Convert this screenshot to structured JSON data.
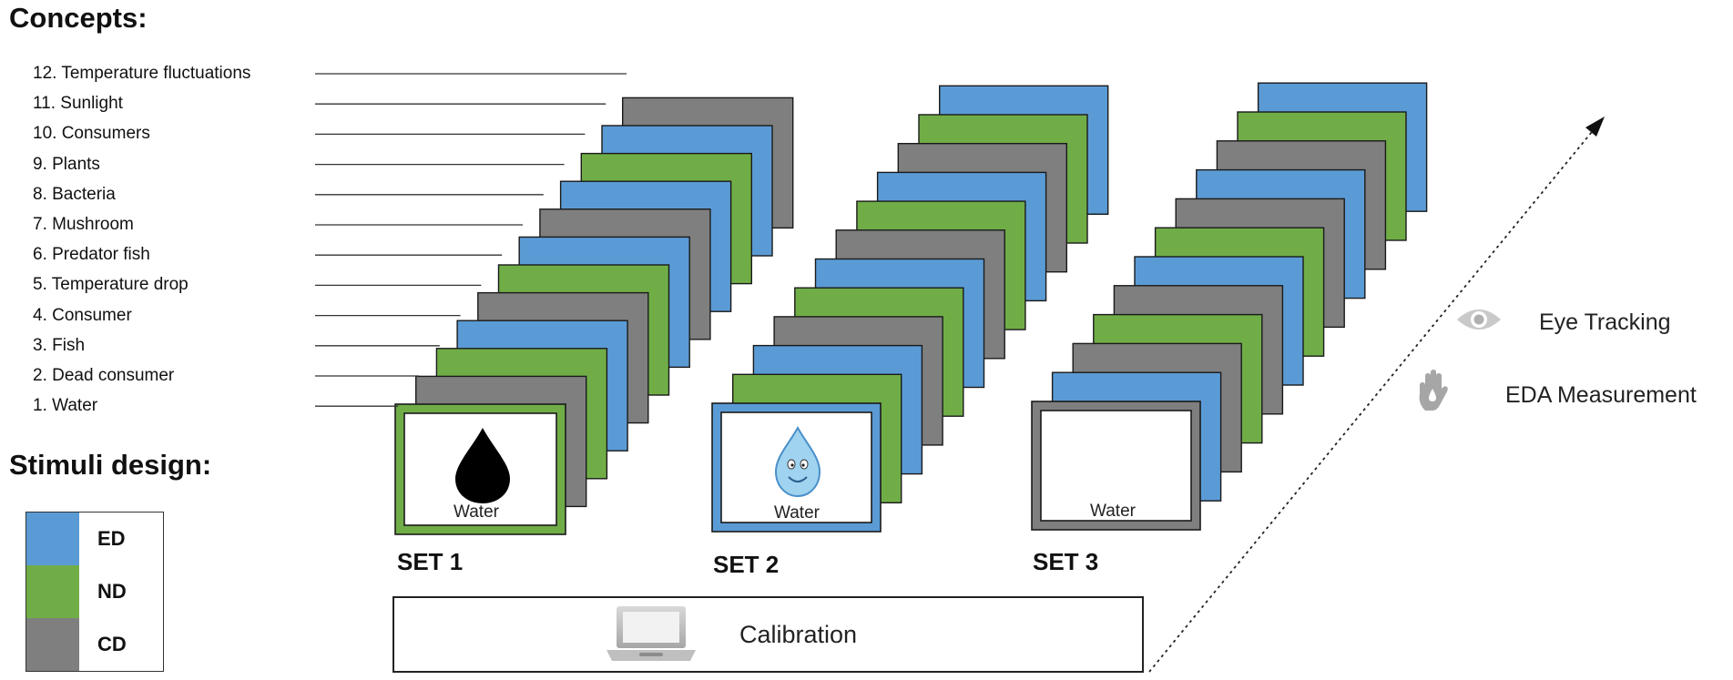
{
  "headings": {
    "concepts": "Concepts:",
    "stimuli": "Stimuli design:"
  },
  "concepts": [
    "12. Temperature fluctuations",
    "11. Sunlight",
    "10. Consumers",
    "9. Plants",
    "8. Bacteria",
    "7. Mushroom",
    "6. Predator fish",
    "5. Temperature drop",
    "4. Consumer",
    "3. Fish",
    "2. Dead consumer",
    "1. Water"
  ],
  "legend": [
    {
      "label": "ED",
      "color": "#5b9bd5"
    },
    {
      "label": "ND",
      "color": "#70ad47"
    },
    {
      "label": "CD",
      "color": "#7f7f7f"
    }
  ],
  "colors": {
    "ED": "#5b9bd5",
    "ND": "#70ad47",
    "CD": "#7f7f7f",
    "card_border": "#1a1a1a",
    "line": "#333333",
    "icon_gray": "#a6a6a6"
  },
  "sets": [
    {
      "label": "SET 1",
      "caption": "Water",
      "front_frame": "ND",
      "icon": "water-drop-icon",
      "stack": [
        "ED",
        "CD",
        "ND",
        "ED",
        "CD",
        "ND",
        "ED",
        "CD",
        "ED",
        "ND",
        "ED",
        "CD"
      ]
    },
    {
      "label": "SET 2",
      "caption": "Water",
      "front_frame": "ED",
      "icon": "cartoon-water-drop-icon",
      "stack": [
        "CD",
        "ND",
        "ED",
        "CD",
        "ND",
        "ED",
        "CD",
        "ND",
        "ED",
        "CD",
        "ND",
        "ED"
      ]
    },
    {
      "label": "SET 3",
      "caption": "Water",
      "front_frame": "CD",
      "icon": "",
      "stack": [
        "ND",
        "ED",
        "CD",
        "ND",
        "CD",
        "ED",
        "ND",
        "CD",
        "ED",
        "CD",
        "ND",
        "ED"
      ]
    }
  ],
  "calibration": {
    "label": "Calibration",
    "icon": "laptop-icon"
  },
  "measurements": [
    {
      "label": "Eye Tracking",
      "icon": "eye-icon"
    },
    {
      "label": "EDA Measurement",
      "icon": "hand-icon"
    }
  ]
}
